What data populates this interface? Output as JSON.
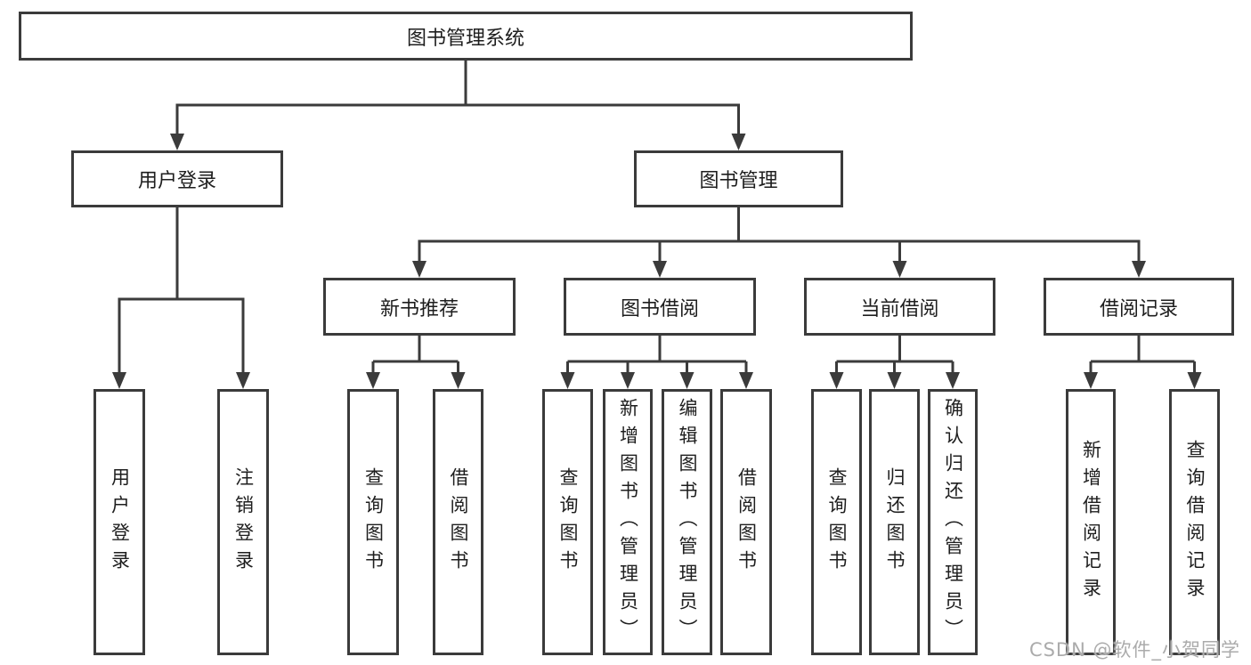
{
  "diagram": {
    "root": {
      "label": "图书管理系统"
    },
    "branches": [
      {
        "label": "用户登录",
        "children": [
          {
            "label": "用户登录"
          },
          {
            "label": "注销登录"
          }
        ]
      },
      {
        "label": "图书管理",
        "groups": [
          {
            "label": "新书推荐",
            "children": [
              {
                "label": "查询图书"
              },
              {
                "label": "借阅图书"
              }
            ]
          },
          {
            "label": "图书借阅",
            "children": [
              {
                "label": "查询图书"
              },
              {
                "label": "新增图书（管理员）"
              },
              {
                "label": "编辑图书（管理员）"
              },
              {
                "label": "借阅图书"
              }
            ]
          },
          {
            "label": "当前借阅",
            "children": [
              {
                "label": "查询图书"
              },
              {
                "label": "归还图书"
              },
              {
                "label": "确认归还（管理员）"
              }
            ]
          },
          {
            "label": "借阅记录",
            "children": [
              {
                "label": "新增借阅记录"
              },
              {
                "label": "查询借阅记录"
              }
            ]
          }
        ]
      }
    ]
  },
  "watermark": {
    "text": "CSDN @软件_小贺同学"
  },
  "colors": {
    "line": "#3b3b3b",
    "text": "#1e1e1e",
    "watermark": "#ababab"
  }
}
